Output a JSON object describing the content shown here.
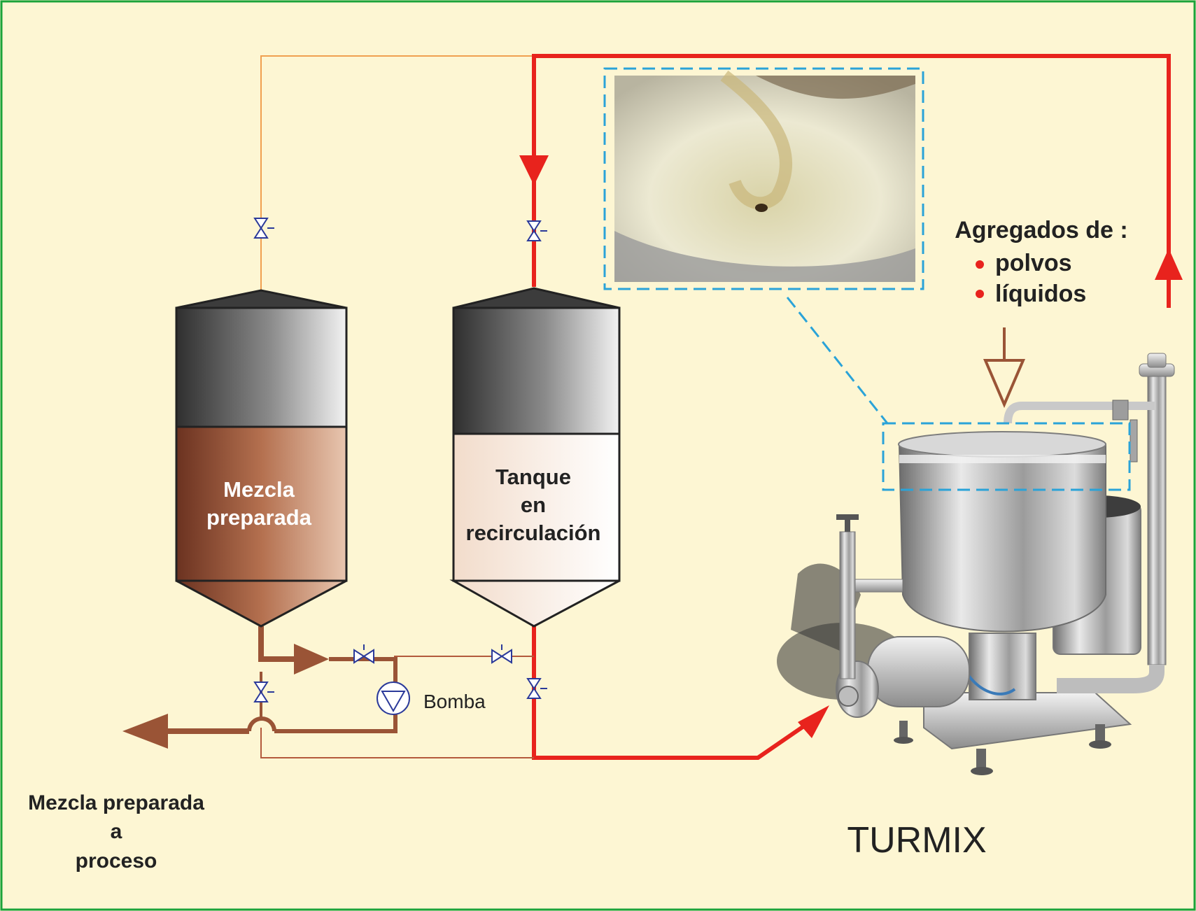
{
  "tanks": {
    "left_label": [
      "Mezcla",
      "preparada"
    ],
    "right_label": [
      "Tanque",
      "en",
      "recirculación"
    ]
  },
  "pump_label": "Bomba",
  "additives": {
    "title": "Agregados de :",
    "items": [
      "polvos",
      "líquidos"
    ]
  },
  "outlet_label": [
    "Mezcla preparada",
    "a",
    "proceso"
  ],
  "machine_label": "TURMIX",
  "colors": {
    "background": "#fdf6d3",
    "frame": "#1aa33a",
    "recirculation_line": "#e8231d",
    "thin_line_orange": "#f0a050",
    "thin_line_brown": "#b35a3c",
    "product_line": "#9a5436",
    "valve": "#2b3a9a",
    "callout": "#2aa3d8",
    "bullet": "#e8231d"
  },
  "icons": [
    "valve-icon",
    "pump-icon",
    "flow-arrow-icon",
    "input-arrow-icon"
  ]
}
